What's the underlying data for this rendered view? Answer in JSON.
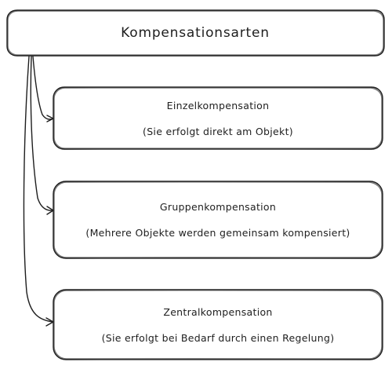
{
  "root": {
    "label": "Kompensationsarten"
  },
  "children": [
    {
      "title": "Einzelkompensation",
      "subtitle": "(Sie erfolgt direkt am Objekt)"
    },
    {
      "title": "Gruppenkompensation",
      "subtitle": "(Mehrere Objekte werden gemeinsam kompensiert)"
    },
    {
      "title": "Zentralkompensation",
      "subtitle": "(Sie erfolgt bei Bedarf durch einen Regelung)"
    }
  ]
}
